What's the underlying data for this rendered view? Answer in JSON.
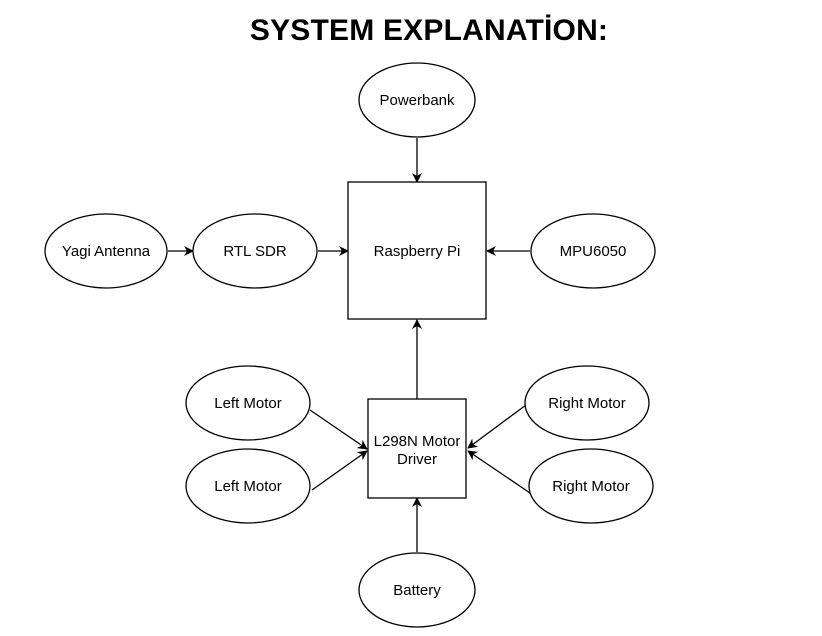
{
  "title": "SYSTEM EXPLANATİON:",
  "nodes": {
    "powerbank": "Powerbank",
    "yagi_antenna": "Yagi Antenna",
    "rtl_sdr": "RTL SDR",
    "raspberry_pi": "Raspberry Pi",
    "mpu6050": "MPU6050",
    "left_motor_1": "Left Motor",
    "left_motor_2": "Left Motor",
    "motor_driver_line1": "L298N Motor",
    "motor_driver_line2": "Driver",
    "right_motor_1": "Right Motor",
    "right_motor_2": "Right Motor",
    "battery": "Battery"
  },
  "colors": {
    "stroke": "#000000",
    "fill": "#ffffff",
    "text": "#000000"
  }
}
